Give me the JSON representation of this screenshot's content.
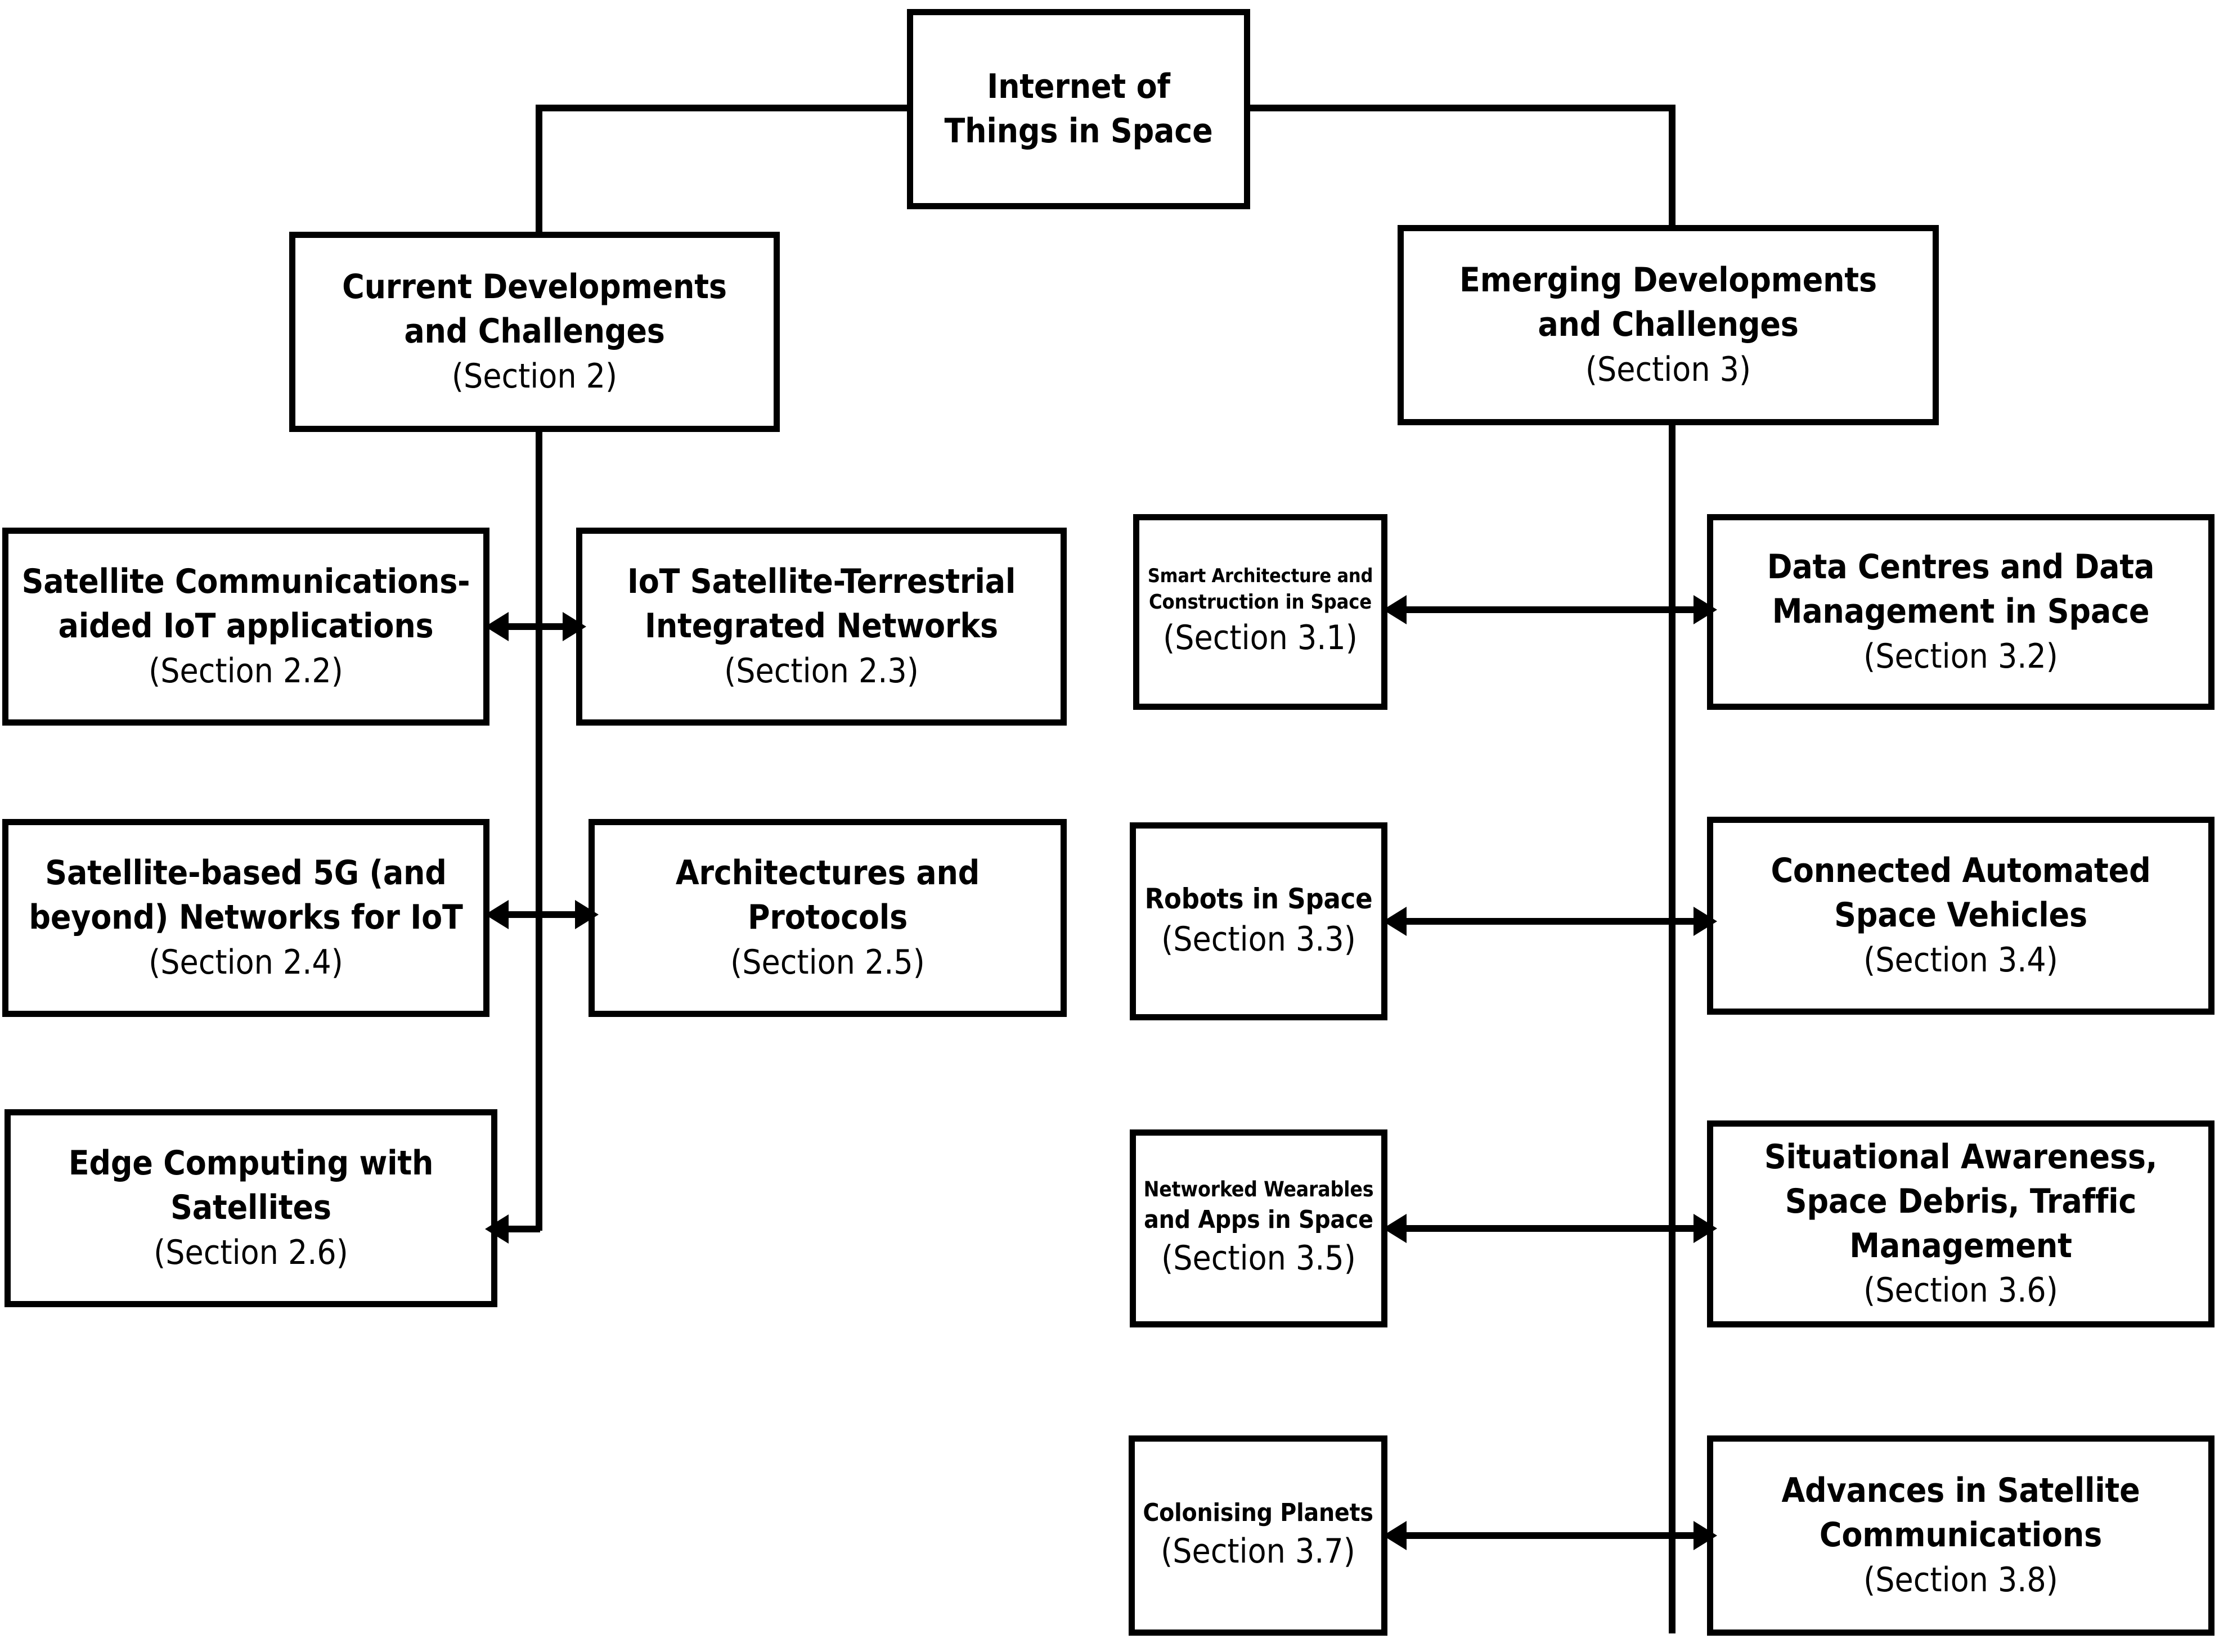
{
  "diagram": {
    "title_text": "Internet of Things in Space",
    "colors": {
      "stroke": "#000000",
      "background": "#ffffff",
      "text": "#000000"
    },
    "root": {
      "id": "root",
      "lines": [
        "Internet of",
        "Things in Space"
      ],
      "section": ""
    },
    "branches": [
      {
        "id": "current-developments",
        "lines": [
          "Current Developments",
          "and Challenges"
        ],
        "section": "(Section 2)"
      },
      {
        "id": "emerging-developments",
        "lines": [
          "Emerging Developments",
          "and Challenges"
        ],
        "section": "(Section 3)"
      }
    ],
    "left_column": [
      {
        "id": "satellite-communications-aided-iot",
        "lines": [
          "Satellite Communications-",
          "aided IoT applications"
        ],
        "section": "(Section 2.2)"
      },
      {
        "id": "satellite-based-5g-networks-for-iot",
        "lines": [
          "Satellite-based 5G (and",
          "beyond) Networks for IoT"
        ],
        "section": "(Section 2.4)"
      },
      {
        "id": "edge-computing-with-satellites",
        "lines": [
          "Edge Computing with",
          "Satellites"
        ],
        "section": "(Section 2.6)"
      }
    ],
    "left_column_right": [
      {
        "id": "iot-satellite-terrestrial-integrated-networks",
        "lines": [
          "IoT Satellite-Terrestrial",
          "Integrated Networks"
        ],
        "section": "(Section 2.3)"
      },
      {
        "id": "architectures-and-protocols",
        "lines": [
          "Architectures and",
          "Protocols"
        ],
        "section": "(Section 2.5)"
      }
    ],
    "right_column_left": [
      {
        "id": "smart-architecture-and-construction-in-space",
        "lines": [
          "Smart Architecture and",
          "Construction in Space"
        ],
        "section": "(Section 3.1)"
      },
      {
        "id": "robots-in-space",
        "lines": [
          "Robots in Space"
        ],
        "section": "(Section 3.3)"
      },
      {
        "id": "networked-wearables-and-apps-in-space",
        "lines": [
          "Networked Wearables",
          "and Apps in Space"
        ],
        "section": "(Section 3.5)"
      },
      {
        "id": "colonising-planets",
        "lines": [
          "Colonising Planets"
        ],
        "section": "(Section 3.7)"
      }
    ],
    "right_column_right": [
      {
        "id": "data-centres-and-data-management-in-space",
        "lines": [
          "Data Centres and Data",
          "Management in Space"
        ],
        "section": "(Section 3.2)"
      },
      {
        "id": "connected-automated-space-vehicles",
        "lines": [
          "Connected Automated",
          "Space Vehicles"
        ],
        "section": "(Section 3.4)"
      },
      {
        "id": "situational-awareness-space-debris-traffic-management",
        "lines": [
          "Situational Awareness,",
          "Space Debris, Traffic",
          "Management"
        ],
        "section": "(Section 3.6)"
      },
      {
        "id": "advances-in-satellite-communications",
        "lines": [
          "Advances in Satellite",
          "Communications"
        ],
        "section": "(Section 3.8)"
      }
    ]
  }
}
